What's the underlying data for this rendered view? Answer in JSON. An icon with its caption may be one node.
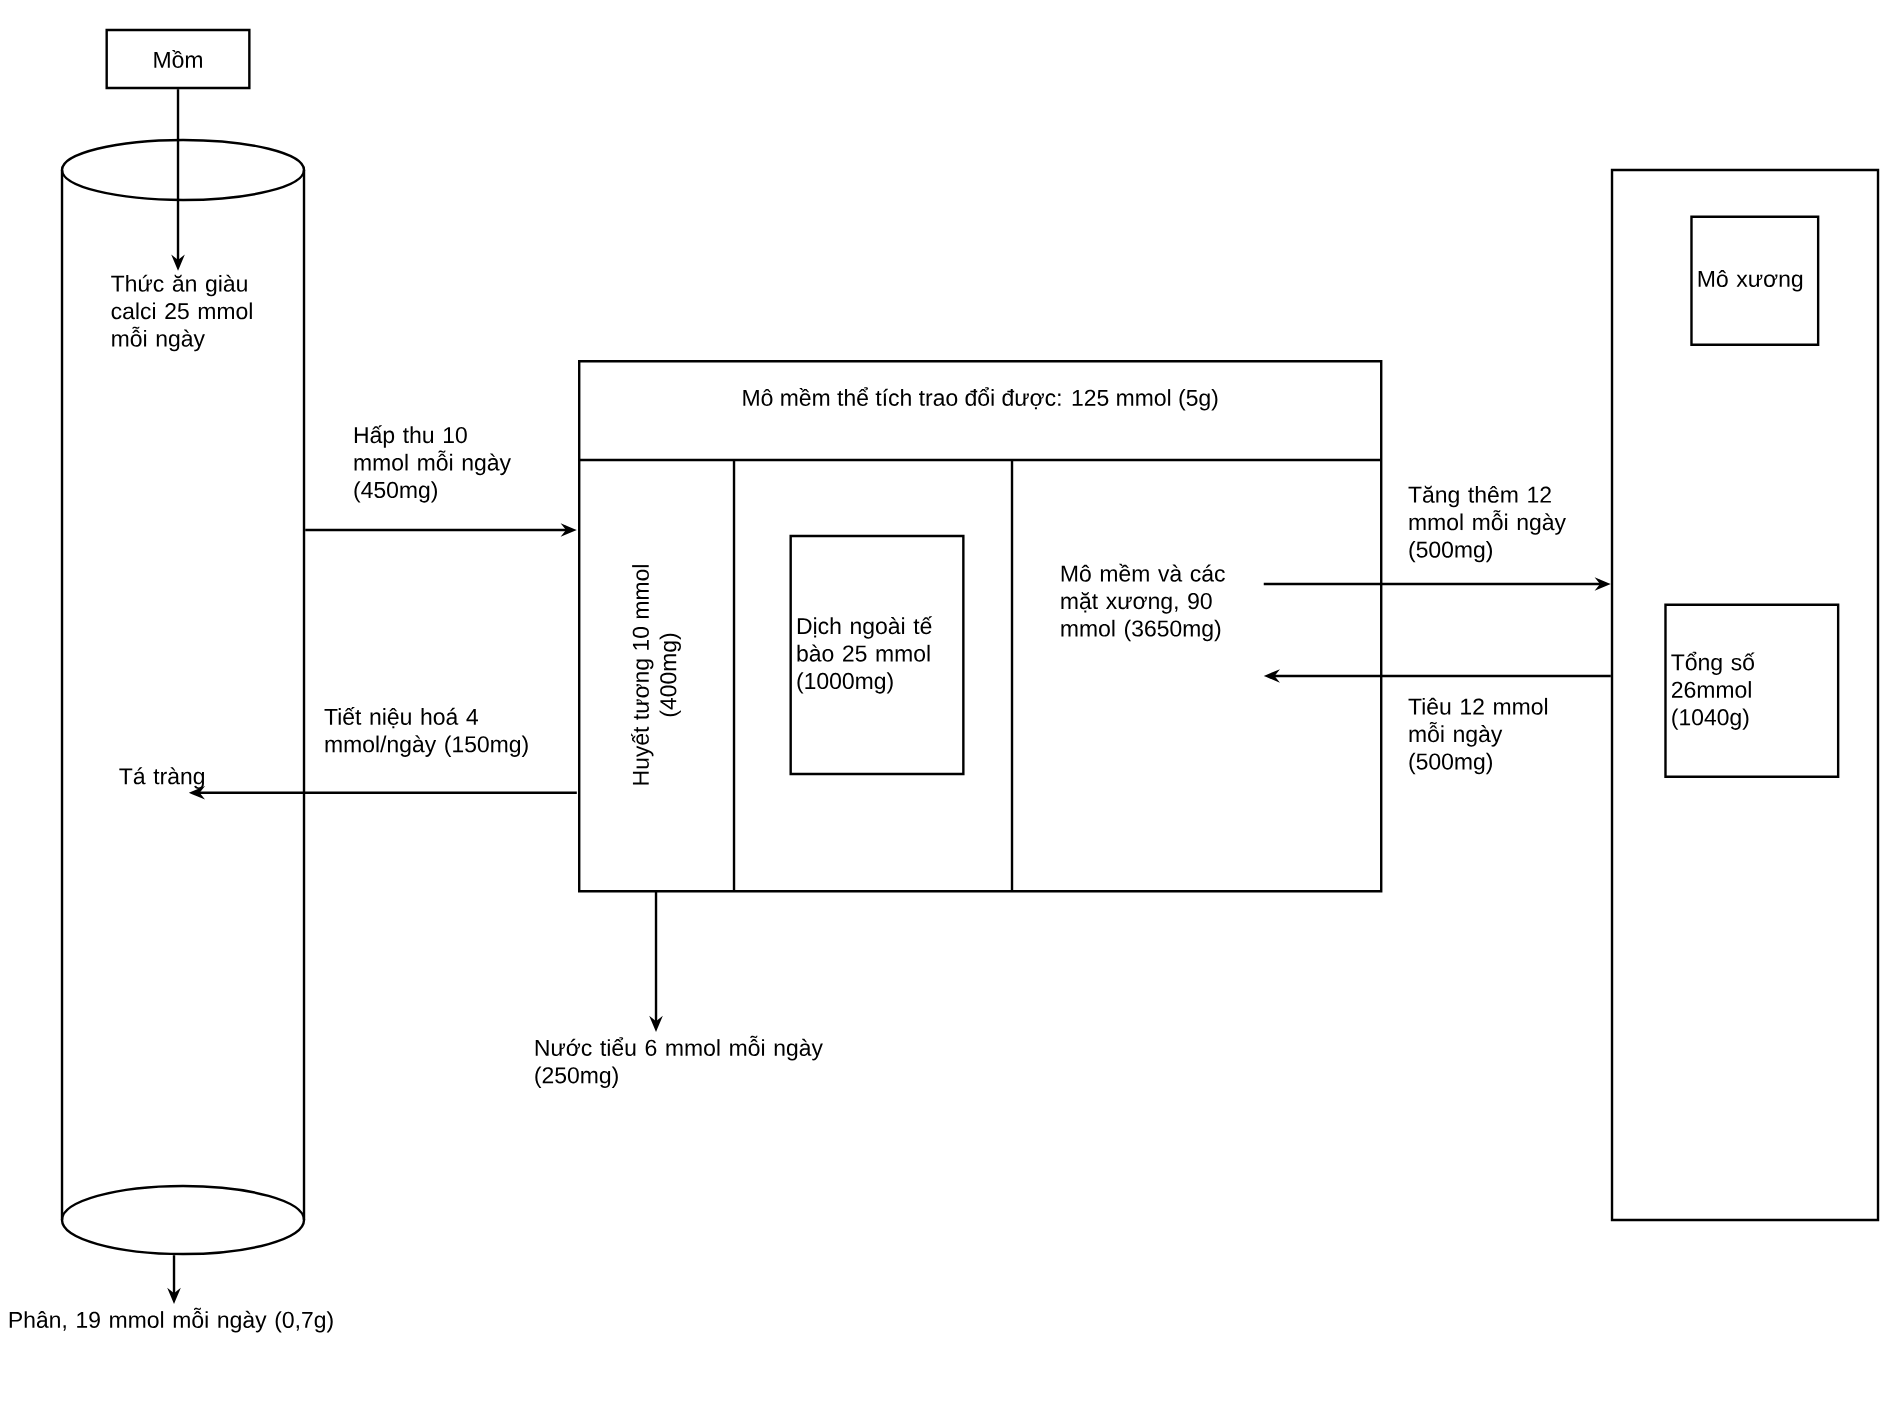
{
  "diagram": {
    "nodes": [
      {
        "text": [
          "Mồm"
        ]
      },
      {
        "text": [],
        "shape": "cylinder"
      },
      {
        "text": [
          "Thức ăn giàu calci 25 mmol mỗi ngày"
        ],
        "in": 1
      },
      {
        "text": [
          "Tá tràng"
        ],
        "in": 1
      },
      {
        "text": [
          "Mô mềm thể tích trao đổi được: 125 mmol (5g)"
        ]
      },
      {
        "text": [
          "Huyết tương 10 mmol (400mg)"
        ],
        "in": 4
      },
      {
        "text": [
          "Dịch ngoài tế bào 25 mmol (1000mg)"
        ],
        "in": 4
      },
      {
        "text": [
          "Mô mềm và các mặt xương, 90 mmol (3650mg)"
        ],
        "in": 4
      },
      {
        "text": [
          "Nước tiểu 6 mmol mỗi ngày (250mg)"
        ]
      },
      {
        "text": [
          "Phân, 19 mmol mỗi ngày (0,7g)"
        ]
      },
      {
        "text": [],
        "shape": "box"
      },
      {
        "text": [
          "Mô xương"
        ],
        "in": 10
      },
      {
        "text": [
          "Tổng số 26mmol (1040g)"
        ],
        "in": 10
      }
    ],
    "edges": [
      {
        "from": 0,
        "to": 2,
        "arrow": "to"
      },
      {
        "from": 1,
        "to": 5,
        "arrow": "to",
        "label": "Hấp thu 10 mmol mỗi ngày (450mg)"
      },
      {
        "from": 5,
        "to": 3,
        "arrow": "to",
        "label": "Tiết niệu hoá 4 mmol/ngày (150mg)"
      },
      {
        "from": 5,
        "to": 8,
        "arrow": "to"
      },
      {
        "from": 1,
        "to": 9,
        "arrow": "to"
      },
      {
        "from": 7,
        "to": 10,
        "arrow": "to",
        "label": "Tăng thêm 12 mmol mỗi ngày (500mg)"
      },
      {
        "from": 10,
        "to": 7,
        "arrow": "to",
        "label": "Tiêu 12 mmol mỗi ngày (500mg)"
      }
    ]
  }
}
